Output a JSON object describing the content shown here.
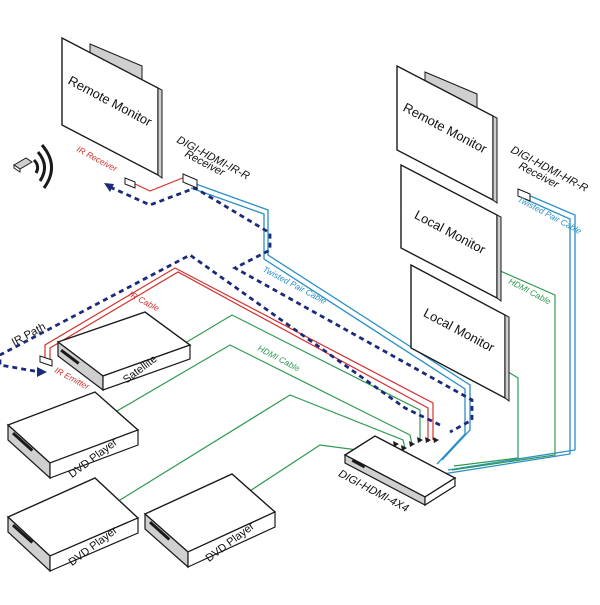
{
  "colors": {
    "ir": "#d2322d",
    "twisted_pair": "#2a8fc6",
    "hdmi": "#2e9a50",
    "ir_path": "#1b2a7a",
    "outline": "#1a1a1a",
    "face": "#ffffff",
    "side": "#cfcfcf"
  },
  "devices": {
    "remote_monitor_1": "Remote Monitor",
    "remote_monitor_2": "Remote Monitor",
    "local_monitor_1": "Local Monitor",
    "local_monitor_2": "Local Monitor",
    "satellite": "Satellite",
    "dvd_player_1": "DVD Player",
    "dvd_player_2": "DVD Player",
    "dvd_player_3": "DVD Player",
    "switch": "DIGI-HDMI-4X4"
  },
  "receivers": {
    "receiver_ir_line1": "DIGI-HDMI-IR-R",
    "receiver_ir_line2": "Receiver",
    "receiver_hr_line1": "DIGI-HDMI-HR-R",
    "receiver_hr_line2": "Receiver"
  },
  "cables": {
    "ir_receiver": "IR Receiver",
    "ir_cable": "IR Cable",
    "ir_emitter": "IR Emitter",
    "ir_path": "IR Path",
    "twisted_pair_1": "Twisted Pair Cable",
    "twisted_pair_2": "Twisted Pair Cable",
    "hdmi_cable_1": "HDMI Cable",
    "hdmi_cable_2": "HDMI Cable"
  },
  "icons": {
    "remote": "remote-control-icon",
    "signal": "ir-signal-waves-icon"
  }
}
